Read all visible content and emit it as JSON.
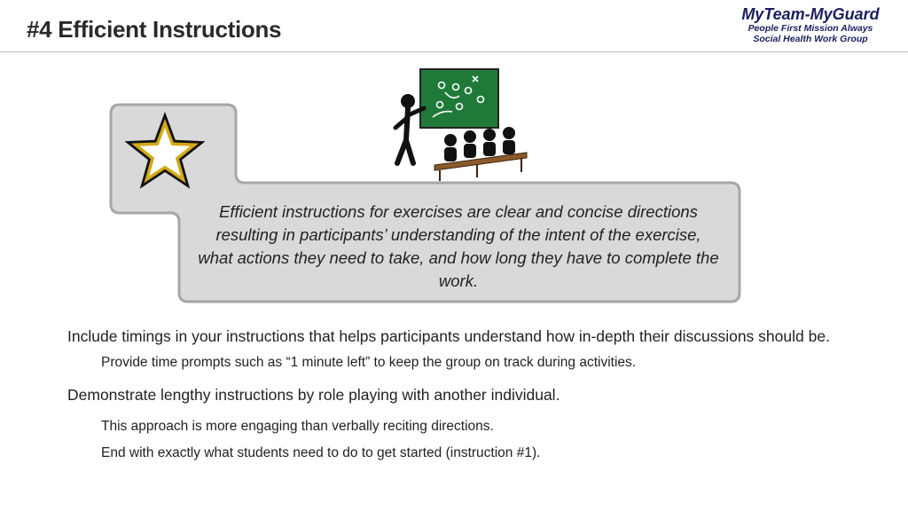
{
  "slide": {
    "title": "#4 Efficient Instructions"
  },
  "brand": {
    "name": "MyTeam-MyGuard",
    "line1": "People First Mission Always",
    "line2": "Social Health Work Group"
  },
  "callout": {
    "text": "Efficient instructions for exercises are clear and concise directions resulting in participants’ understanding of the intent of the exercise, what actions they need to take, and how long they have to complete the work."
  },
  "colors": {
    "callout_fill": "#d9d9d9",
    "callout_border": "#a6a6a6",
    "star_fill": "#ffffff",
    "star_outline": "#d4a918",
    "chalkboard": "#1f7a3a",
    "brand_text": "#1b1f5e"
  },
  "icons": {
    "star": "army-star-icon",
    "classroom": "classroom-teacher-clipart"
  },
  "bullets": [
    {
      "level": 1,
      "text": "Include timings in your instructions that helps participants understand how in-depth their discussions should be."
    },
    {
      "level": 2,
      "text": "Provide time prompts such as “1 minute left” to keep the group on track during activities."
    },
    {
      "level": 1,
      "text": "Demonstrate lengthy instructions by role playing with another individual."
    },
    {
      "level": 2,
      "text": "This approach is more engaging than verbally reciting directions."
    },
    {
      "level": 2,
      "text": "End with exactly what students need to do to get started (instruction #1)."
    }
  ]
}
